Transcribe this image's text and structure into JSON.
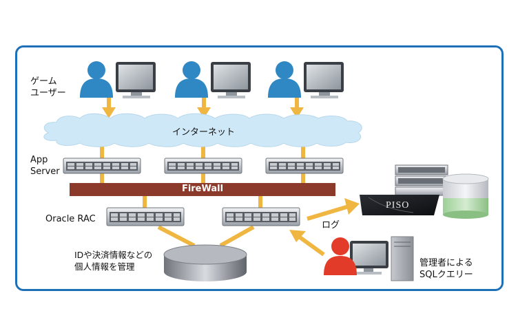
{
  "labels": {
    "game_users_line1": "ゲーム",
    "game_users_line2": "ユーザー",
    "internet": "インターネット",
    "app_server_line1": "App",
    "app_server_line2": "Server",
    "firewall": "FireWall",
    "oracle_rac": "Oracle RAC",
    "log": "ログ",
    "db_desc_line1": "IDや決済情報などの",
    "db_desc_line2": "個人情報を管理",
    "admin_line1": "管理者による",
    "admin_line2": "SQLクエリー",
    "piso_logo": "PISO"
  },
  "colors": {
    "frame": "#1d6fb8",
    "arrow": "#f0b642",
    "user_blue": "#2f88c4",
    "admin_red": "#e23b2a",
    "firewall": "#8b3a2b",
    "cloud": "#cfe8f7"
  },
  "icons": [
    "user-pc-icon",
    "admin-pc-icon",
    "cloud-icon",
    "server-rack-icon",
    "firewall-icon",
    "database-icon",
    "piso-appliance-icon"
  ]
}
